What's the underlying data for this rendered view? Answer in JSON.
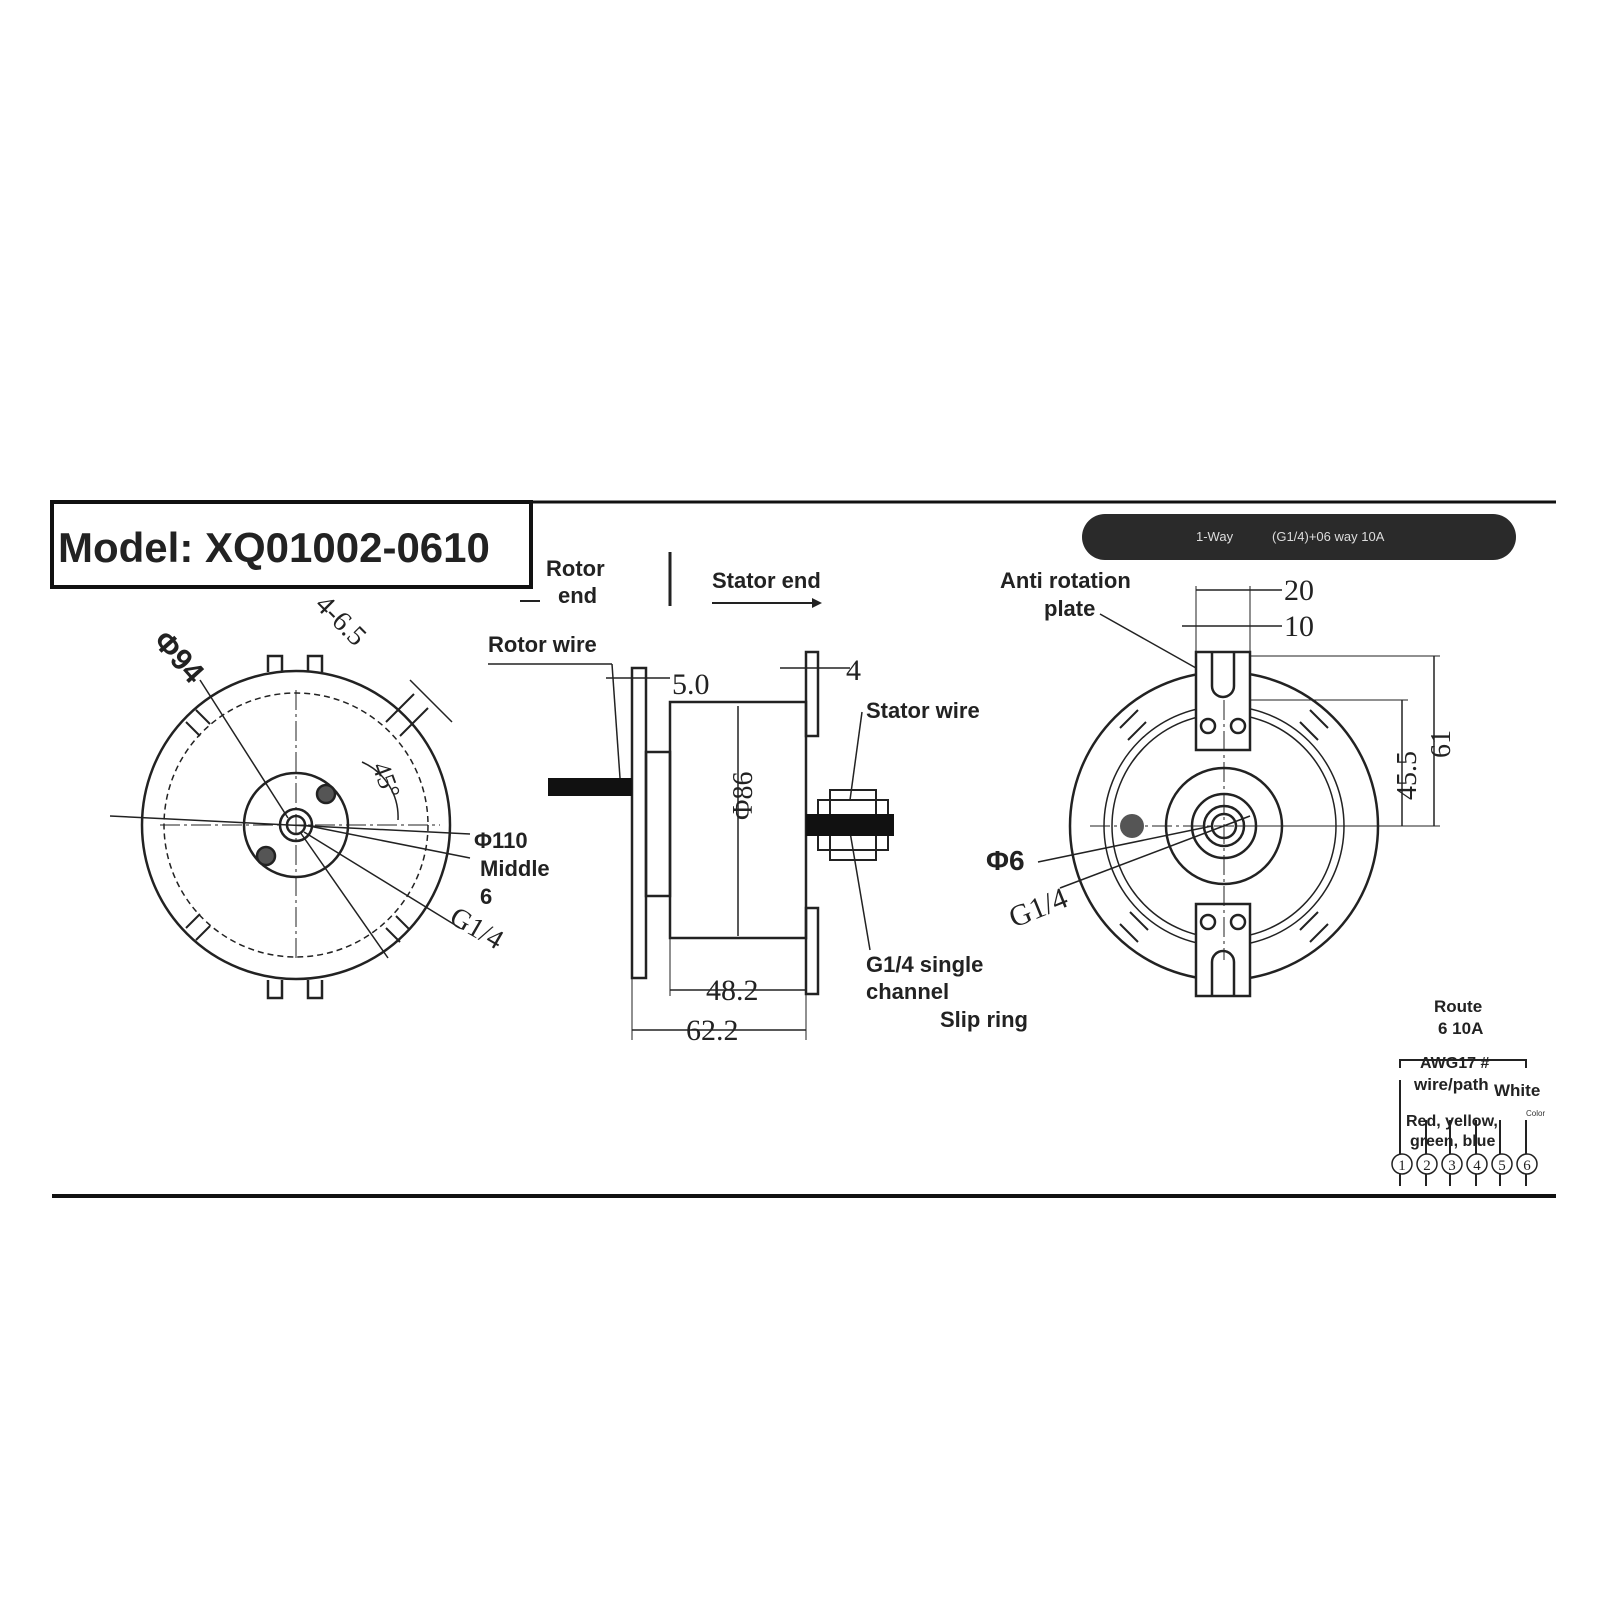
{
  "title": "Model: XQ01002-0610",
  "badge": {
    "left": "1-Way",
    "right": "(G1/4)+06 way 10A"
  },
  "side_view": {
    "rotor_end": [
      "Rotor",
      "end"
    ],
    "stator_end": "Stator end",
    "rotor_wire": "Rotor wire",
    "stator_wire": "Stator wire",
    "dim_flange": "5.0",
    "dim_flange_right": "4",
    "dim_dia": "Φ86",
    "dim_body": "48.2",
    "dim_total": "62.2",
    "note": [
      "G1/4 single",
      "channel",
      "Slip ring"
    ]
  },
  "front_view": {
    "dim_pcd": "Φ94",
    "dim_holes": "4-6.5",
    "dim_angle": "45°",
    "dim_outer": "Φ110",
    "middle": [
      "Middle",
      "6"
    ],
    "port": "G1/4"
  },
  "back_view": {
    "anti_rotation": [
      "Anti rotation",
      "plate"
    ],
    "dim_20": "20",
    "dim_10": "10",
    "dim_45": "45.5",
    "dim_61": "61",
    "dim_bore": "Φ6",
    "port": "G1/4"
  },
  "wiring": {
    "route": [
      "Route",
      "6 10A"
    ],
    "awg": "AWG17 #",
    "wire_path": "wire/path",
    "white": "White",
    "color": "Color",
    "colors": [
      "Red, yellow,",
      "green, blue"
    ],
    "numbers": [
      "1",
      "2",
      "3",
      "4",
      "5",
      "6"
    ]
  }
}
